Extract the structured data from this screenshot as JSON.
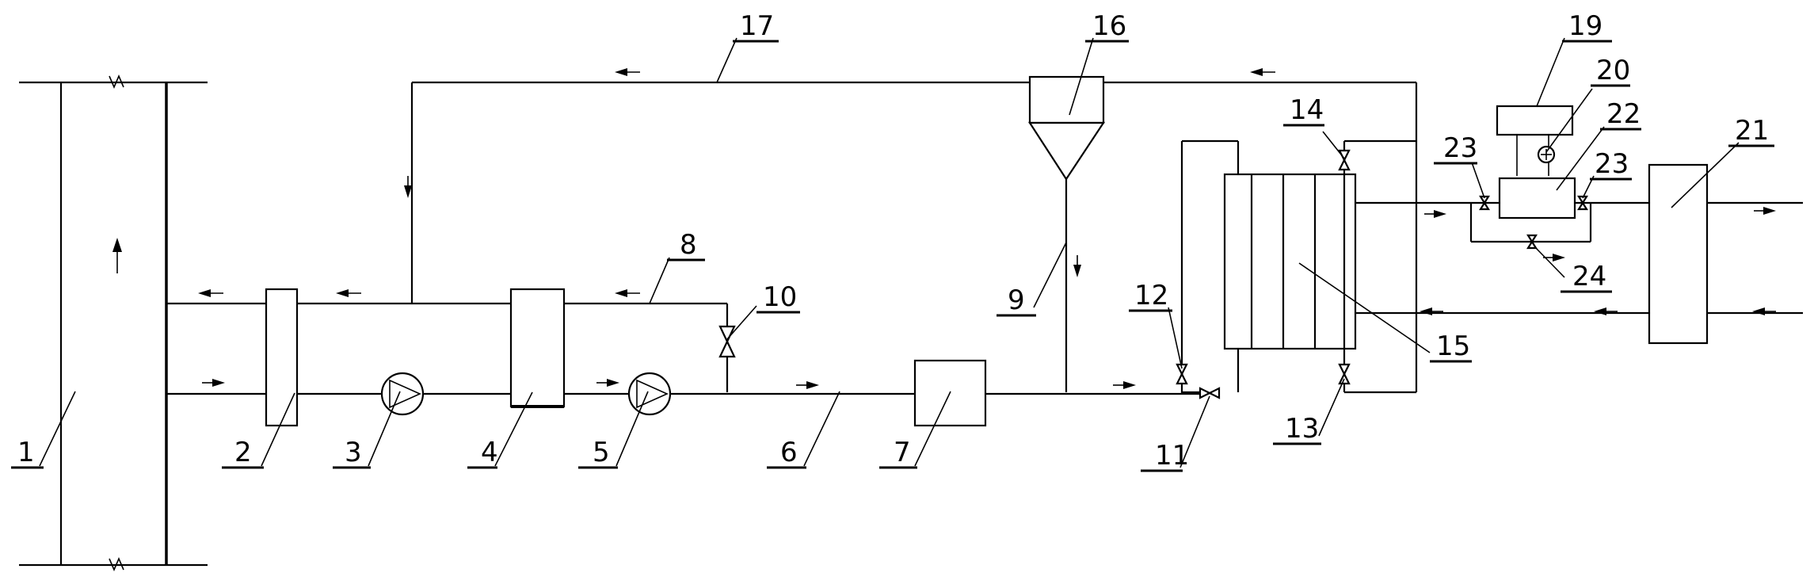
{
  "diagram": {
    "labels": {
      "l1": "1",
      "l2": "2",
      "l3": "3",
      "l4": "4",
      "l5": "5",
      "l6": "6",
      "l7": "7",
      "l8": "8",
      "l9": "9",
      "l10": "10",
      "l11": "11",
      "l12": "12",
      "l13": "13",
      "l14": "14",
      "l15": "15",
      "l16": "16",
      "l17": "17",
      "l19": "19",
      "l20": "20",
      "l21": "21",
      "l22": "22",
      "l23a": "23",
      "l23b": "23",
      "l24": "24"
    }
  }
}
